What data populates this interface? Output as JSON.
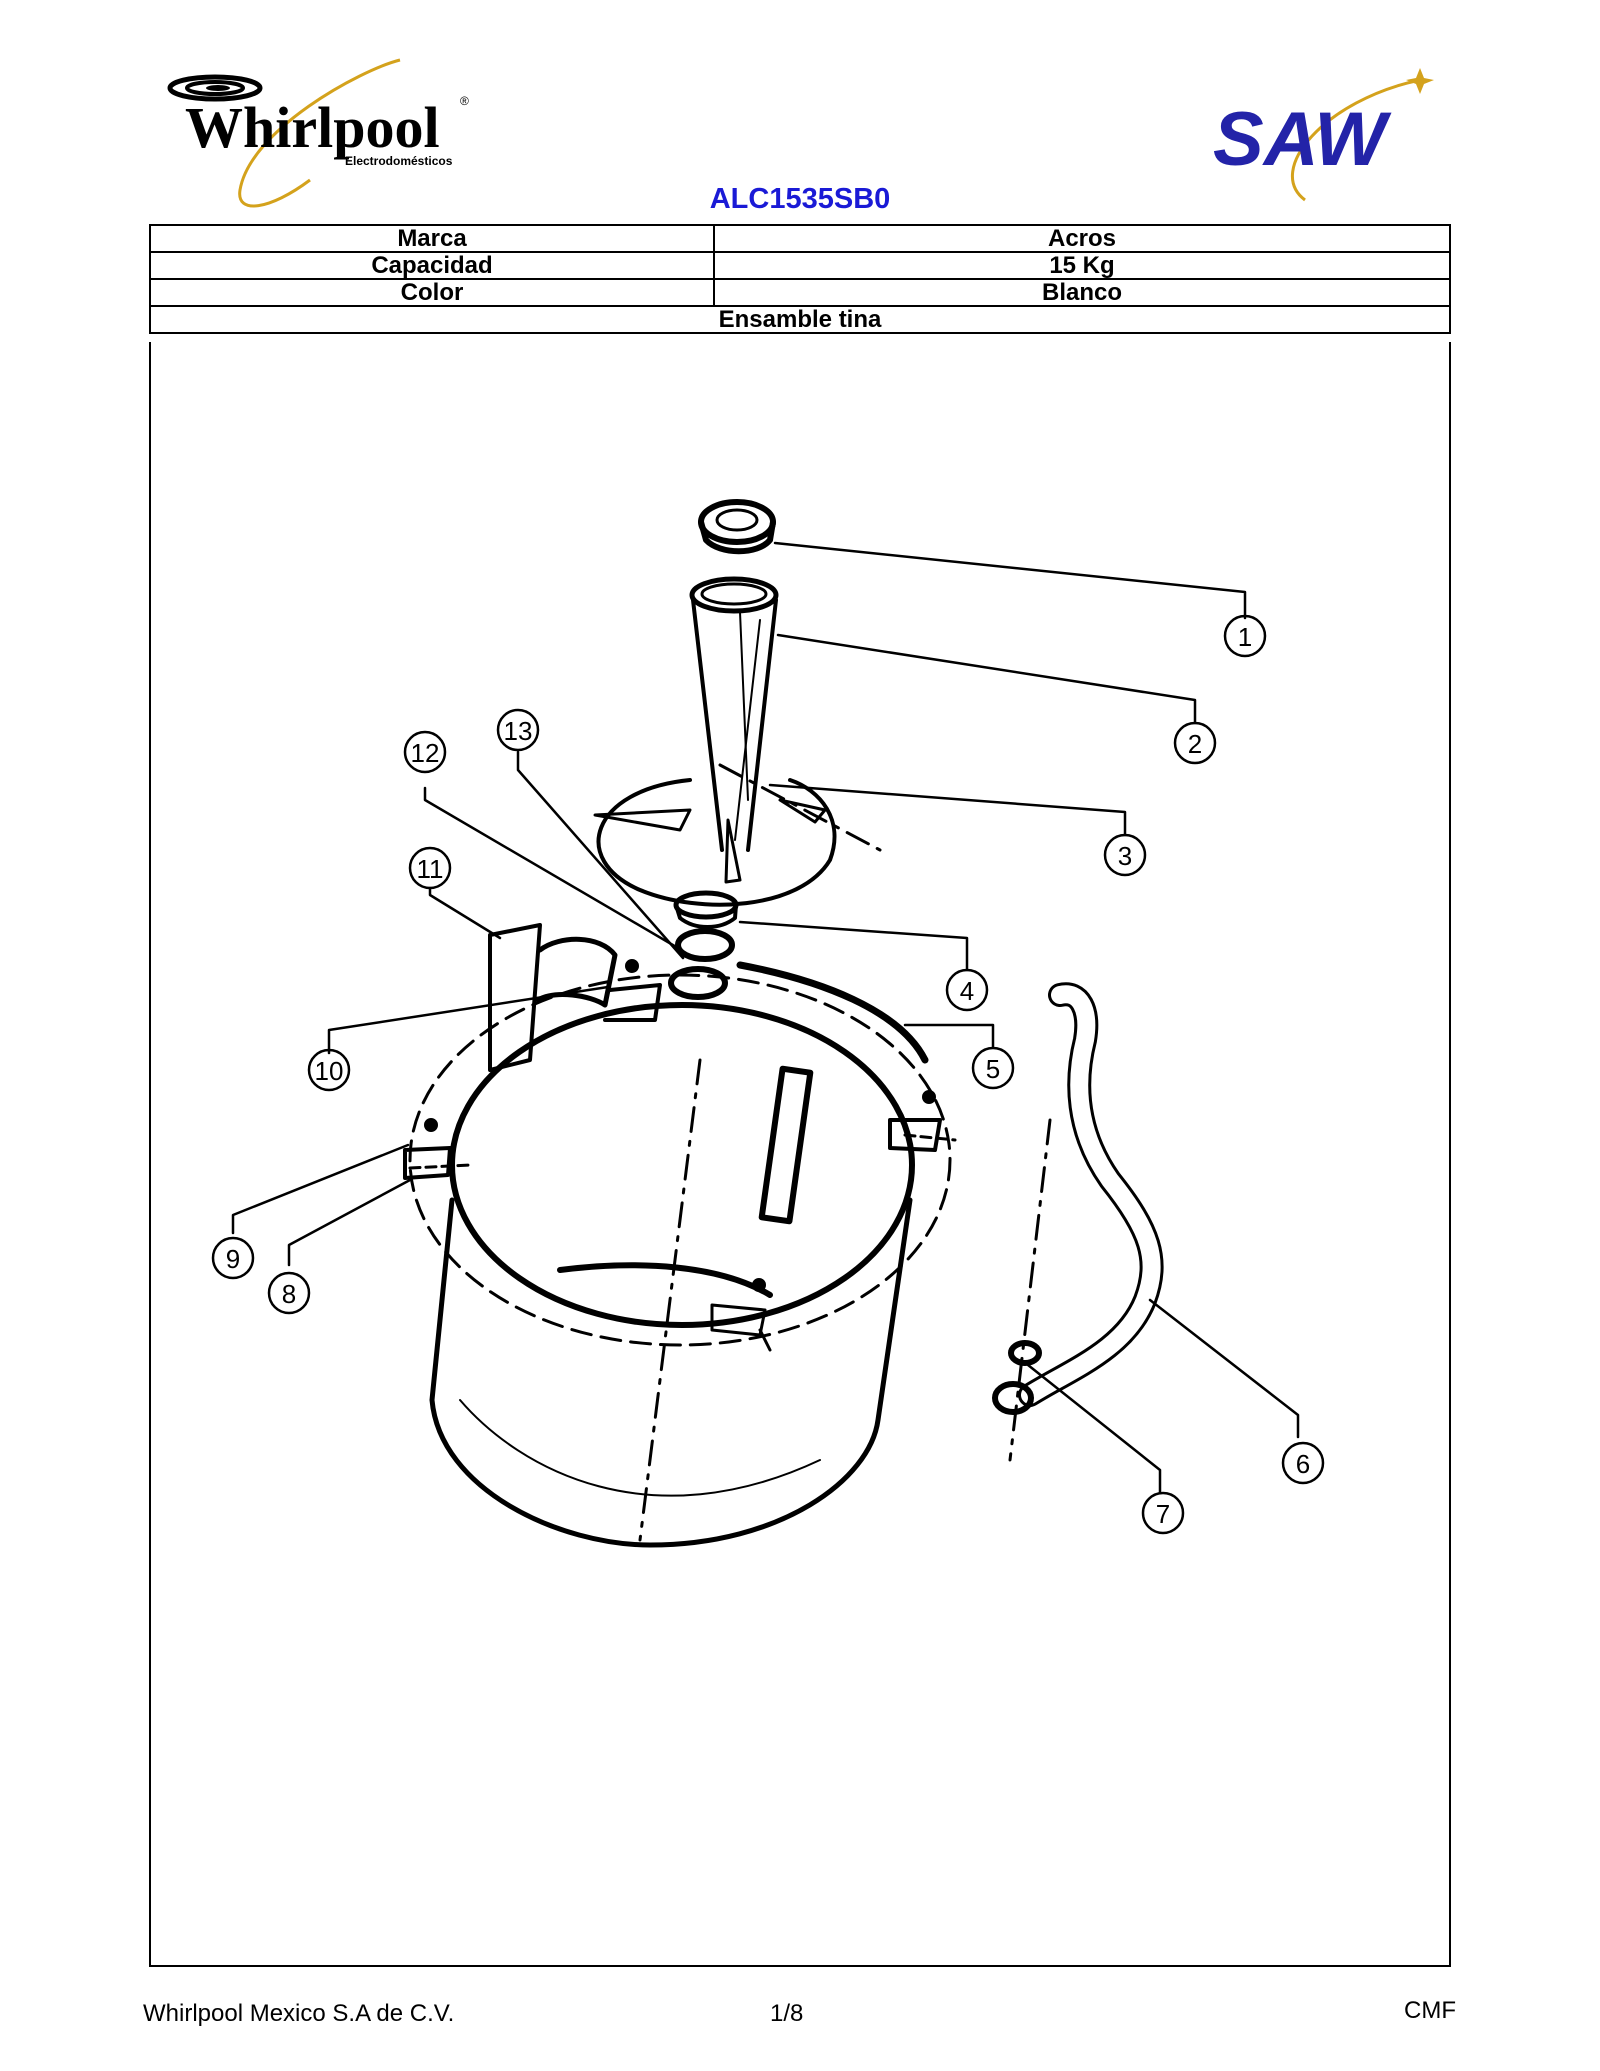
{
  "header": {
    "brand_logo": "Whirlpool",
    "brand_sub": "Electrodomésticos",
    "partner_logo": "SAW",
    "model": "ALC1535SB0"
  },
  "specs": [
    {
      "label": "Marca",
      "value": "Acros"
    },
    {
      "label": "Capacidad",
      "value": "15 Kg"
    },
    {
      "label": "Color",
      "value": "Blanco"
    }
  ],
  "section_title": "Ensamble tina",
  "callouts": [
    "1",
    "2",
    "3",
    "4",
    "5",
    "6",
    "7",
    "8",
    "9",
    "10",
    "11",
    "12",
    "13"
  ],
  "footer": {
    "company": "Whirlpool Mexico S.A de C.V.",
    "page": "1/8",
    "code": "CMF"
  },
  "colors": {
    "title": "#1a1ad6",
    "saw_blue": "#2323a8",
    "swoosh_gold": "#d4a21c"
  }
}
